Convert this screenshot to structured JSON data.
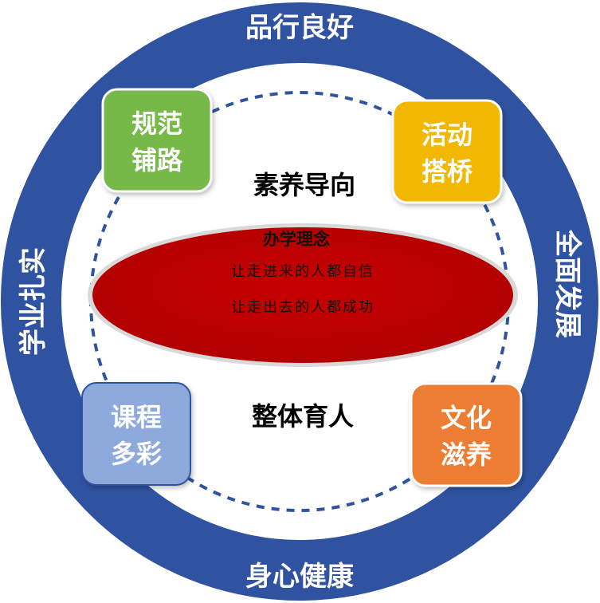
{
  "outer_ring": {
    "top": "品行良好",
    "bottom": "身心健康",
    "left": "学业扎实",
    "right": "全面发展"
  },
  "center": {
    "upper_label": "素养导向",
    "lower_label": "整体育人"
  },
  "philosophy": {
    "title": "办学理念",
    "line1": "让走进来的人都自信",
    "line2": "让走出去的人都成功"
  },
  "boxes": {
    "top_left": {
      "line1": "规范",
      "line2": "铺路"
    },
    "top_right": {
      "line1": "活动",
      "line2": "搭桥"
    },
    "bottom_left": {
      "line1": "课程",
      "line2": "多彩"
    },
    "bottom_right": {
      "line1": "文化",
      "line2": "滋养"
    }
  },
  "colors": {
    "ring": "#2F53A0",
    "dashed_circle": "#2F53A0",
    "ellipse": "#C00000",
    "box_top_left": "#77B94A",
    "box_top_right": "#F2B705",
    "box_bottom_left": "#8EAADC",
    "box_bottom_right": "#ED7D31"
  }
}
